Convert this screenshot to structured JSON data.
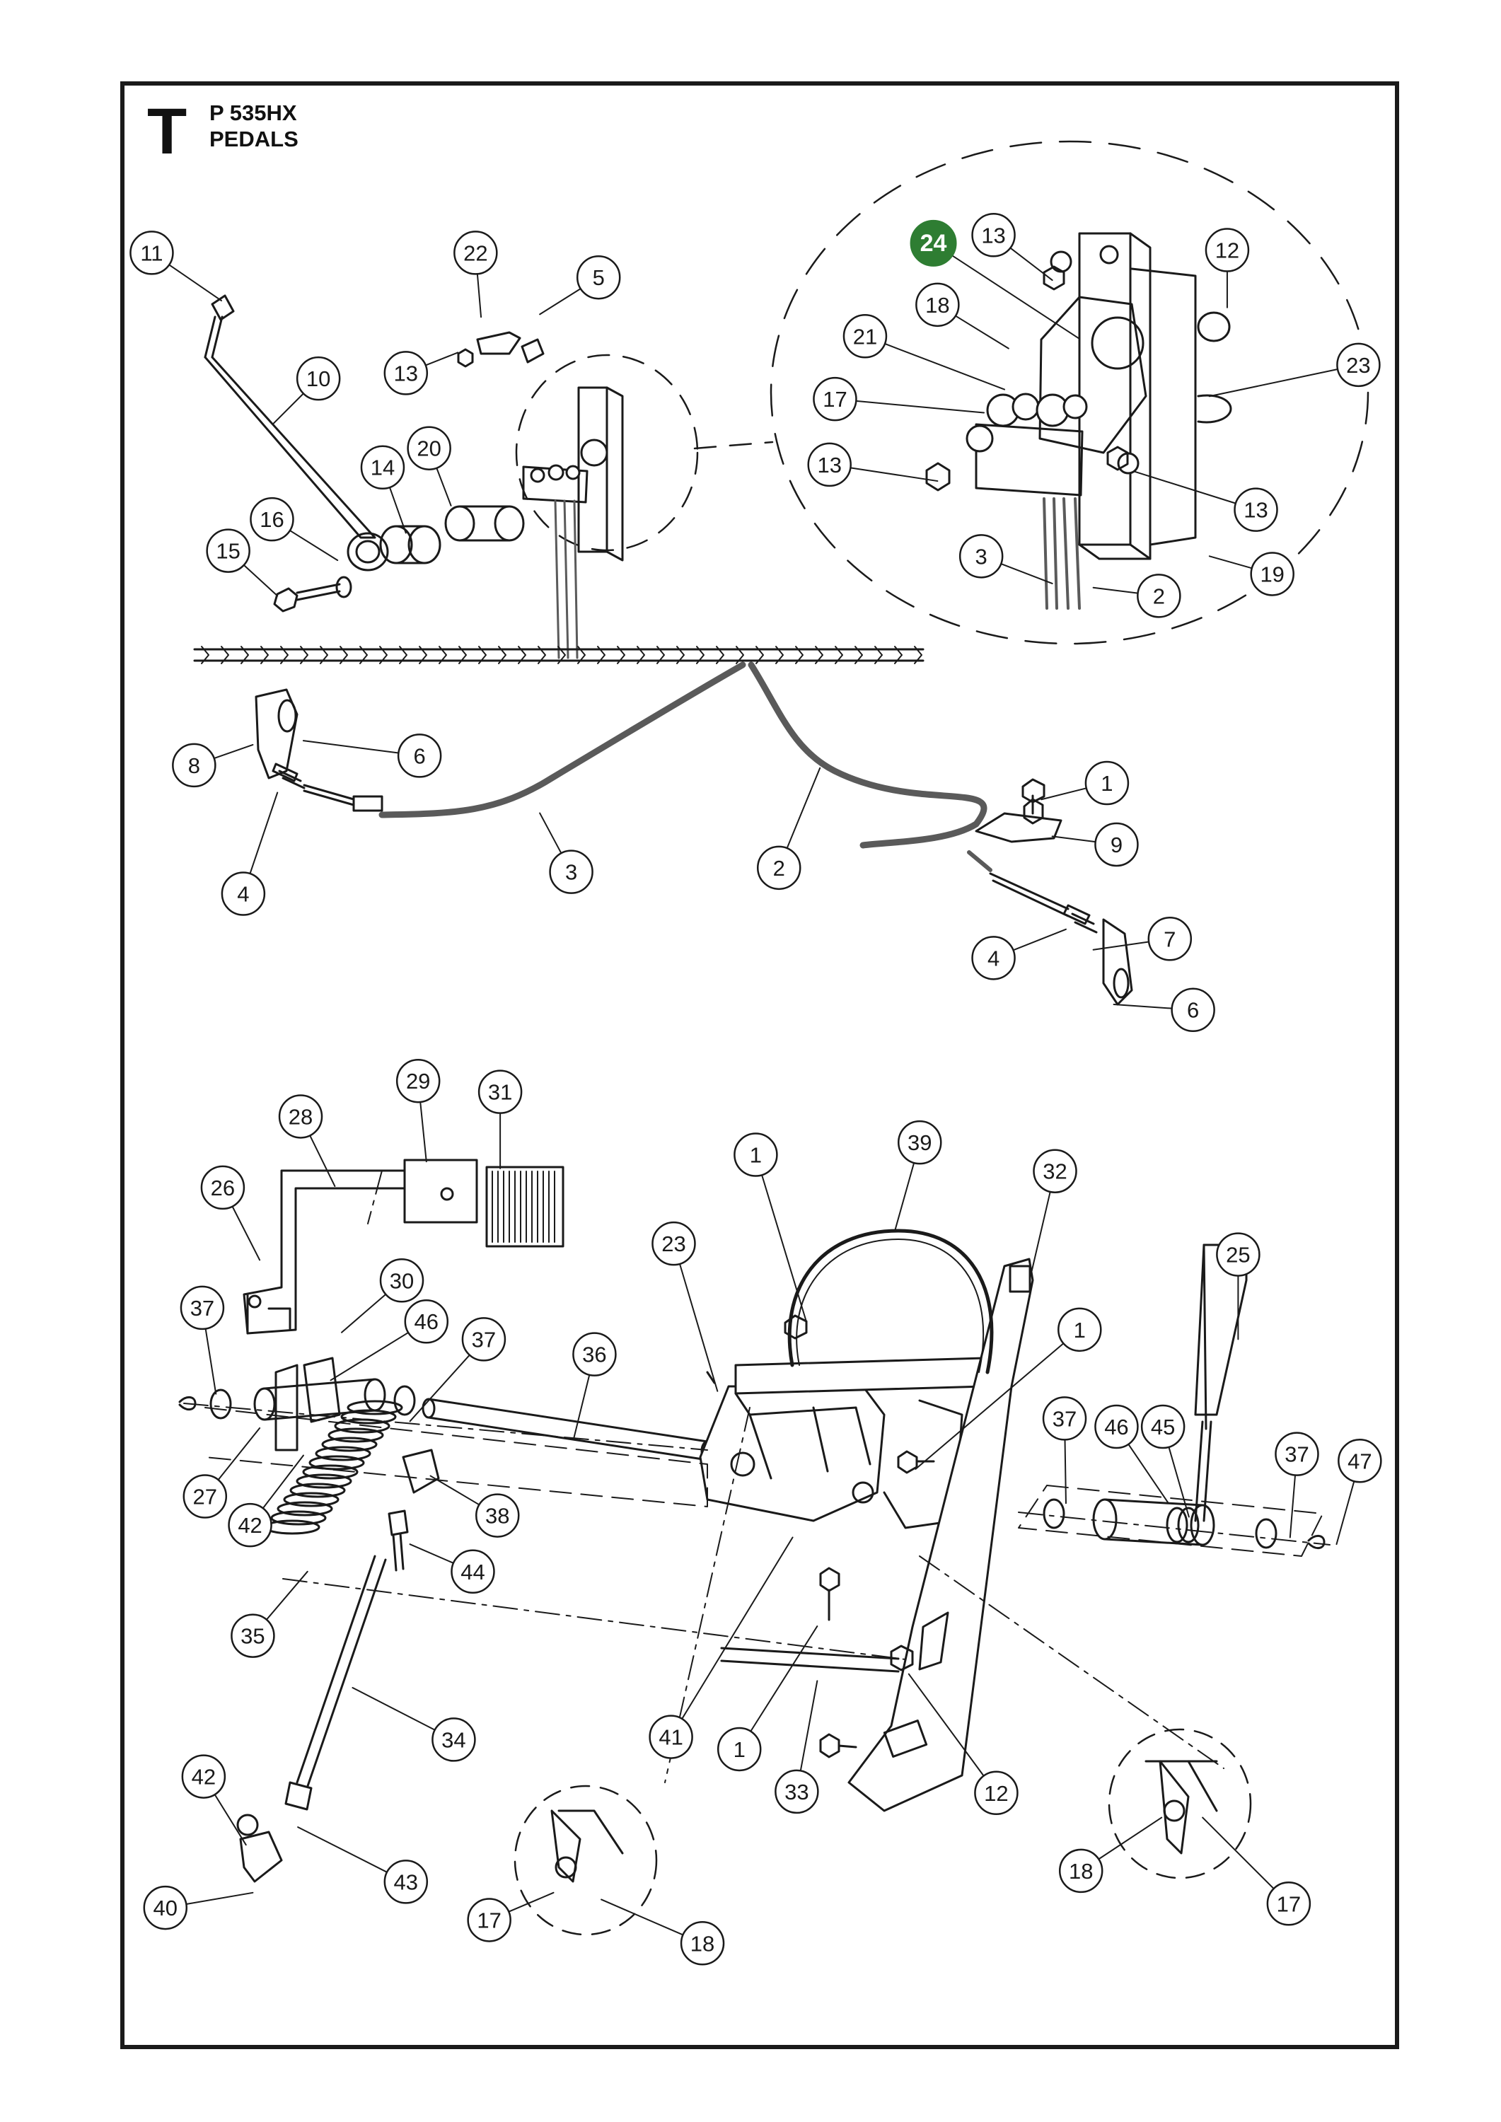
{
  "header": {
    "section_letter": "T",
    "model": "P 535HX",
    "title": "PEDALS"
  },
  "colors": {
    "line": "#1a1a1a",
    "cable": "#5a5a5a",
    "highlight_callout": "#2e7d32"
  },
  "callouts": [
    {
      "id": "c11",
      "label": "11"
    },
    {
      "id": "c22",
      "label": "22"
    },
    {
      "id": "c5",
      "label": "5"
    },
    {
      "id": "c10",
      "label": "10"
    },
    {
      "id": "c13a",
      "label": "13"
    },
    {
      "id": "c14",
      "label": "14"
    },
    {
      "id": "c20",
      "label": "20"
    },
    {
      "id": "c16",
      "label": "16"
    },
    {
      "id": "c15",
      "label": "15"
    },
    {
      "id": "c24",
      "label": "24",
      "highlight": true
    },
    {
      "id": "c13b",
      "label": "13"
    },
    {
      "id": "c12a",
      "label": "12"
    },
    {
      "id": "c18a",
      "label": "18"
    },
    {
      "id": "c21",
      "label": "21"
    },
    {
      "id": "c23a",
      "label": "23"
    },
    {
      "id": "c17a",
      "label": "17"
    },
    {
      "id": "c13c",
      "label": "13"
    },
    {
      "id": "c13d",
      "label": "13"
    },
    {
      "id": "c3a",
      "label": "3"
    },
    {
      "id": "c2a",
      "label": "2"
    },
    {
      "id": "c19",
      "label": "19"
    },
    {
      "id": "c8",
      "label": "8"
    },
    {
      "id": "c6a",
      "label": "6"
    },
    {
      "id": "c4a",
      "label": "4"
    },
    {
      "id": "c3b",
      "label": "3"
    },
    {
      "id": "c2b",
      "label": "2"
    },
    {
      "id": "c1a",
      "label": "1"
    },
    {
      "id": "c9",
      "label": "9"
    },
    {
      "id": "c7",
      "label": "7"
    },
    {
      "id": "c4b",
      "label": "4"
    },
    {
      "id": "c6b",
      "label": "6"
    },
    {
      "id": "c29",
      "label": "29"
    },
    {
      "id": "c31",
      "label": "31"
    },
    {
      "id": "c28",
      "label": "28"
    },
    {
      "id": "c26",
      "label": "26"
    },
    {
      "id": "c30",
      "label": "30"
    },
    {
      "id": "c37a",
      "label": "37"
    },
    {
      "id": "c46a",
      "label": "46"
    },
    {
      "id": "c37b",
      "label": "37"
    },
    {
      "id": "c36",
      "label": "36"
    },
    {
      "id": "c1b",
      "label": "1"
    },
    {
      "id": "c39",
      "label": "39"
    },
    {
      "id": "c32",
      "label": "32"
    },
    {
      "id": "c23b",
      "label": "23"
    },
    {
      "id": "c1c",
      "label": "1"
    },
    {
      "id": "c25",
      "label": "25"
    },
    {
      "id": "c27",
      "label": "27"
    },
    {
      "id": "c42a",
      "label": "42"
    },
    {
      "id": "c38",
      "label": "38"
    },
    {
      "id": "c44",
      "label": "44"
    },
    {
      "id": "c35",
      "label": "35"
    },
    {
      "id": "c37c",
      "label": "37"
    },
    {
      "id": "c46b",
      "label": "46"
    },
    {
      "id": "c45",
      "label": "45"
    },
    {
      "id": "c37d",
      "label": "37"
    },
    {
      "id": "c47",
      "label": "47"
    },
    {
      "id": "c34",
      "label": "34"
    },
    {
      "id": "c41",
      "label": "41"
    },
    {
      "id": "c1d",
      "label": "1"
    },
    {
      "id": "c33",
      "label": "33"
    },
    {
      "id": "c12b",
      "label": "12"
    },
    {
      "id": "c42b",
      "label": "42"
    },
    {
      "id": "c43",
      "label": "43"
    },
    {
      "id": "c40",
      "label": "40"
    },
    {
      "id": "c17b",
      "label": "17"
    },
    {
      "id": "c18b",
      "label": "18"
    },
    {
      "id": "c18c",
      "label": "18"
    },
    {
      "id": "c17c",
      "label": "17"
    }
  ]
}
